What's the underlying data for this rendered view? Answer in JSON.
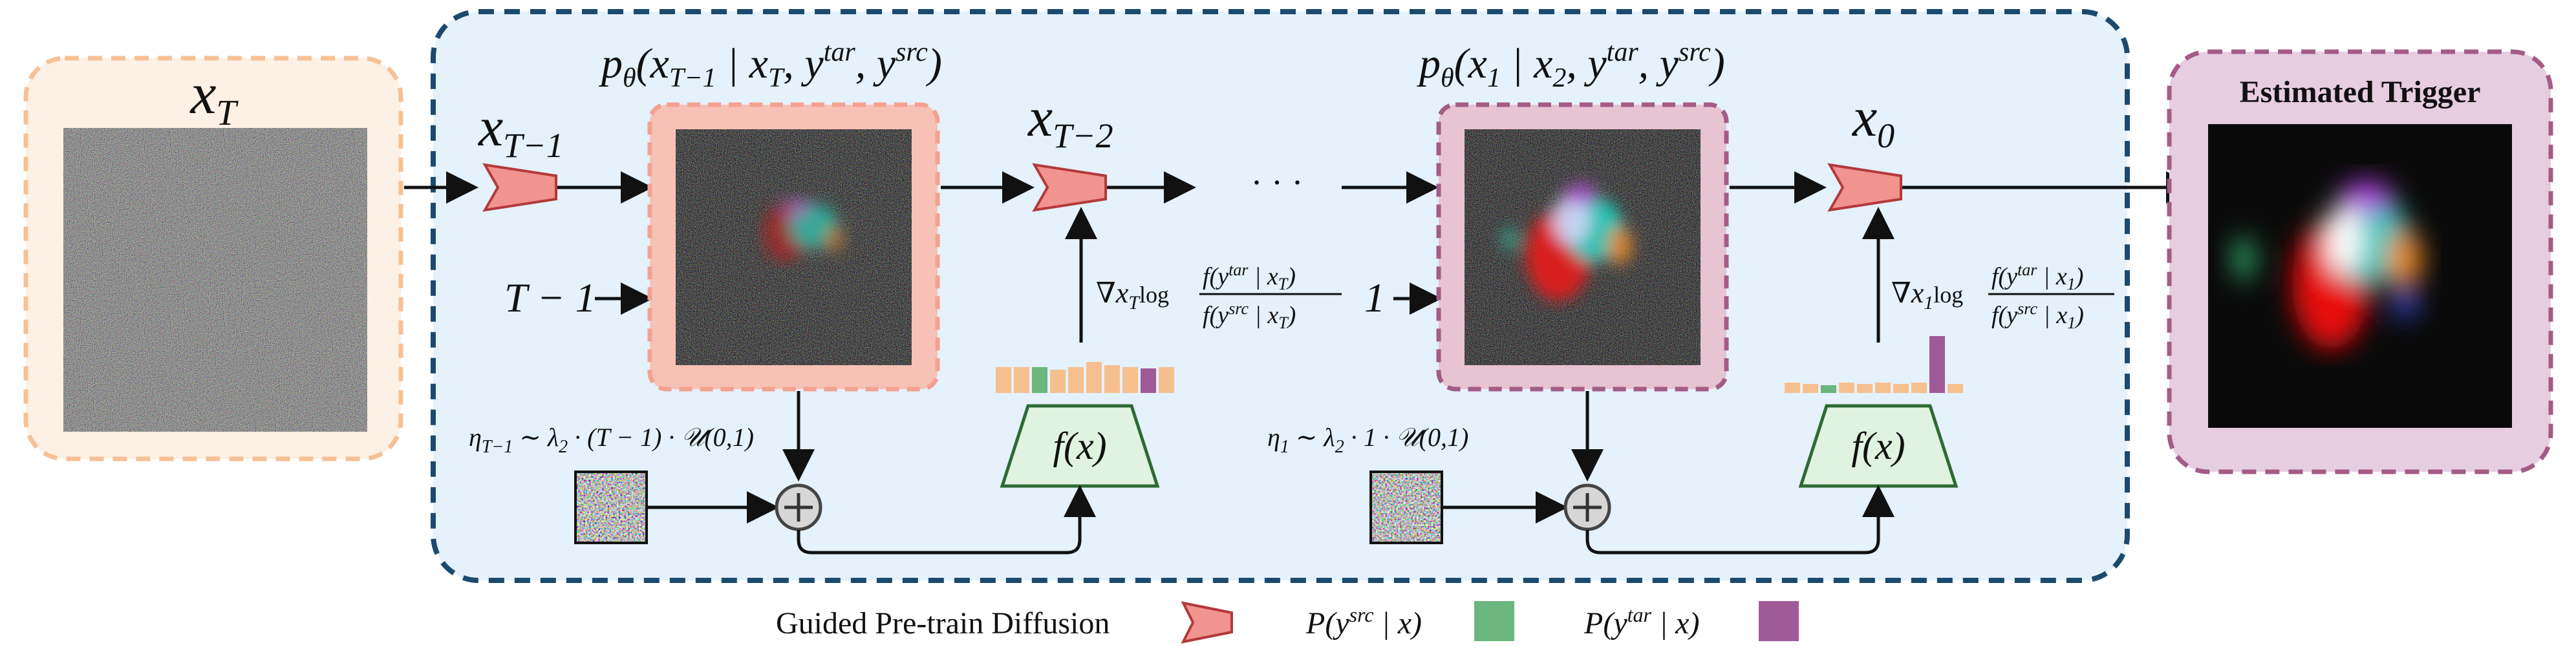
{
  "colors": {
    "input_panel_fill": "#fdf0e4",
    "input_panel_border": "#f6c196",
    "main_panel_fill": "#e5f1fb",
    "main_panel_border": "#1b4a6e",
    "step1_frame_fill": "#f7c2b6",
    "step1_frame_border": "#f3a291",
    "step2_frame_fill": "#e8c3d2",
    "step2_frame_border": "#a35c86",
    "output_panel_fill": "#e6cde0",
    "output_panel_border": "#a35c86",
    "diffusion_icon_fill": "#f1938f",
    "diffusion_icon_stroke": "#b33a3a",
    "classifier_fill": "#e0f2e0",
    "classifier_stroke": "#2e6b34",
    "bar_neutral": "#f6c08e",
    "bar_src": "#6bb67e",
    "bar_tar": "#a05a98",
    "adder_fill": "#d6d6d6"
  },
  "input_panel": {
    "label_var": "x",
    "label_sub": "T"
  },
  "step1": {
    "formula_main": "p",
    "formula_theta": "θ",
    "formula_args": "(x",
    "formula_args_sub": "T−1",
    "formula_given": " | x",
    "formula_given_sub": "T",
    "formula_rest1": ", y",
    "formula_rest1_sup": "tar",
    "formula_rest2": ", y",
    "formula_rest2_sup": "src",
    "formula_close": ")",
    "input_label_var": "x",
    "input_label_sub": "T−1",
    "timestep_label": "T − 1",
    "noise_eta": "η",
    "noise_eta_sub": "T−1",
    "noise_rest": " ∼ λ",
    "noise_lambda_sub": "2",
    "noise_tail": " · (T − 1) · 𝒰(0,1)",
    "output_label_var": "x",
    "output_label_sub": "T−2",
    "classifier_label": "f(x)",
    "grad_nabla": "∇",
    "grad_x": "x",
    "grad_x_sub": "T",
    "grad_log": "log",
    "grad_num": "f(y",
    "grad_num_sup": "tar",
    "grad_num_tail": " | x",
    "grad_num_tail_sub": "T",
    "grad_num_close": ")",
    "grad_den": "f(y",
    "grad_den_sup": "src",
    "grad_den_tail": " | x",
    "grad_den_tail_sub": "T",
    "grad_den_close": ")"
  },
  "ellipsis": "· · ·",
  "step2": {
    "formula_main": "p",
    "formula_theta": "θ",
    "formula_args": "(x",
    "formula_args_sub": "1",
    "formula_given": " | x",
    "formula_given_sub": "2",
    "formula_rest1": ", y",
    "formula_rest1_sup": "tar",
    "formula_rest2": ", y",
    "formula_rest2_sup": "src",
    "formula_close": ")",
    "timestep_label": "1",
    "noise_eta": "η",
    "noise_eta_sub": "1",
    "noise_rest": " ∼ λ",
    "noise_lambda_sub": "2",
    "noise_tail": " · 1 · 𝒰(0,1)",
    "output_label_var": "x",
    "output_label_sub": "0",
    "classifier_label": "f(x)",
    "grad_nabla": "∇",
    "grad_x": "x",
    "grad_x_sub": "1",
    "grad_log": "log",
    "grad_num": "f(y",
    "grad_num_sup": "tar",
    "grad_num_tail": " | x",
    "grad_num_tail_sub": "1",
    "grad_num_close": ")",
    "grad_den": "f(y",
    "grad_den_sup": "src",
    "grad_den_tail": " | x",
    "grad_den_tail_sub": "1",
    "grad_den_close": ")"
  },
  "output_panel": {
    "title": "Estimated Trigger"
  },
  "legend": {
    "diffusion_label": "Guided Pre-train Diffusion",
    "src_label_p": "P",
    "src_label_open": "(y",
    "src_label_sup": "src",
    "src_label_tail": " | x)",
    "tar_label_p": "P",
    "tar_label_open": "(y",
    "tar_label_sup": "tar",
    "tar_label_tail": " | x)"
  }
}
